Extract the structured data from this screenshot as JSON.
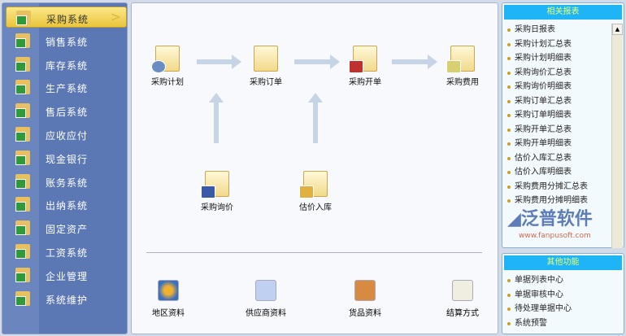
{
  "sidebar": {
    "items": [
      {
        "label": "采购系统",
        "active": true
      },
      {
        "label": "销售系统"
      },
      {
        "label": "库存系统"
      },
      {
        "label": "生产系统"
      },
      {
        "label": "售后系统"
      },
      {
        "label": "应收应付"
      },
      {
        "label": "现金银行"
      },
      {
        "label": "账务系统"
      },
      {
        "label": "出纳系统"
      },
      {
        "label": "固定资产"
      },
      {
        "label": "工资系统"
      },
      {
        "label": "企业管理"
      },
      {
        "label": "系统维护"
      }
    ]
  },
  "flow": {
    "plan": "采购计划",
    "order": "采购订单",
    "invoice": "采购开单",
    "expense": "采购费用",
    "inquiry": "采购询价",
    "estimate": "估价入库"
  },
  "basics": {
    "region": "地区资料",
    "supplier": "供应商资料",
    "goods": "货品资料",
    "settlement": "结算方式"
  },
  "reports": {
    "title": "相关报表",
    "items": [
      "采购日报表",
      "采购计划汇总表",
      "采购计划明细表",
      "采购询价汇总表",
      "采购询价明细表",
      "采购订单汇总表",
      "采购订单明细表",
      "采购开单汇总表",
      "采购开单明细表",
      "估价入库汇总表",
      "估价入库明细表",
      "采购费用分摊汇总表",
      "采购费用分摊明细表"
    ]
  },
  "other": {
    "title": "其他功能",
    "items": [
      "单据列表中心",
      "单据审核中心",
      "待处理单据中心",
      "系统预警"
    ]
  },
  "watermark": {
    "brand": "泛普软件",
    "url": "www.fanpusoft.com"
  }
}
